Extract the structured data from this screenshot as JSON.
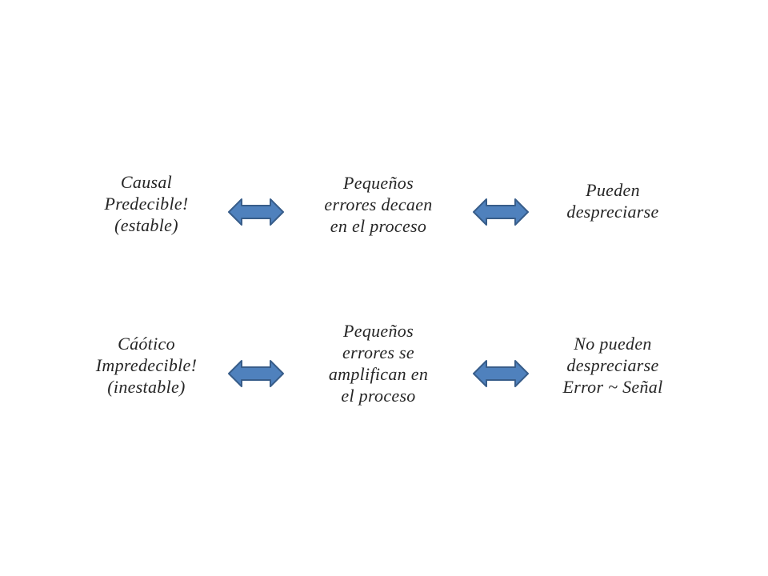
{
  "rows": [
    {
      "left": [
        "Causal",
        "Predecible!",
        "(estable)"
      ],
      "middle": [
        "Pequeños",
        "errores decaen",
        "en el proceso"
      ],
      "right": [
        "Pueden",
        "despreciarse"
      ]
    },
    {
      "left": [
        "Cáótico",
        "Impredecible!",
        "(inestable)"
      ],
      "middle": [
        "Pequeños",
        "errores se",
        "amplifican en",
        "el proceso"
      ],
      "right": [
        "No pueden",
        "despreciarse",
        "Error ~ Señal"
      ]
    }
  ],
  "colors": {
    "text": "#262626",
    "arrow_fill": "#4F81BD",
    "arrow_stroke": "#385D8A"
  },
  "icons": {
    "connector": "double-headed-arrow"
  }
}
